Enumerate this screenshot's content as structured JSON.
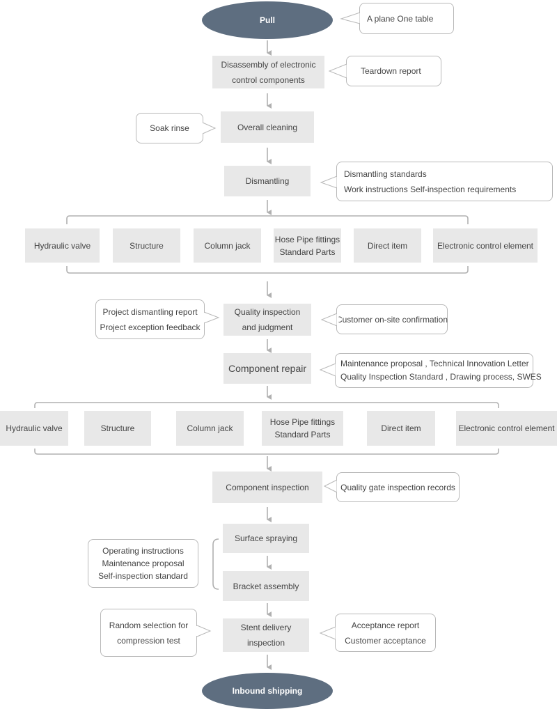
{
  "start": "Pull",
  "end": "Inbound shipping",
  "steps": {
    "disassembly": [
      "Disassembly of electronic",
      "control components"
    ],
    "cleaning": "Overall cleaning",
    "dismantling": "Dismantling",
    "quality_inspection": [
      "Quality inspection",
      "and judgment"
    ],
    "component_repair": "Component repair",
    "component_inspection": "Component inspection",
    "surface_spraying": "Surface spraying",
    "bracket_assembly": "Bracket assembly",
    "stent_delivery": [
      "Stent delivery",
      "inspection"
    ]
  },
  "parts_row_1": [
    [
      "Hydraulic valve"
    ],
    [
      "Structure"
    ],
    [
      "Column jack"
    ],
    [
      "Hose  Pipe fittings",
      "Standard Parts"
    ],
    [
      "Direct item"
    ],
    [
      "Electronic control element"
    ]
  ],
  "parts_row_2": [
    [
      "Hydraulic valve"
    ],
    [
      "Structure"
    ],
    [
      "Column jack"
    ],
    [
      "Hose  Pipe fittings",
      "Standard Parts"
    ],
    [
      "Direct item"
    ],
    [
      "Electronic control element"
    ]
  ],
  "callouts": {
    "plane_table": [
      "A plane One table"
    ],
    "teardown_report": [
      "Teardown report"
    ],
    "soak_rinse": [
      "Soak rinse"
    ],
    "dismantling_docs": [
      "Dismantling standards",
      "Work instructions   Self-inspection requirements"
    ],
    "project_reports": [
      "Project dismantling report",
      "Project exception feedback"
    ],
    "customer_confirmation": [
      "Customer on-site confirmation"
    ],
    "repair_docs": [
      "Maintenance proposal , Technical Innovation Letter",
      "Quality Inspection Standard , Drawing process, SWES"
    ],
    "quality_gate": [
      "Quality gate inspection records"
    ],
    "spraying_docs": [
      "Operating instructions",
      "Maintenance proposal",
      "Self-inspection standard"
    ],
    "random_selection": [
      "Random selection for",
      "compression test"
    ],
    "acceptance": [
      "Acceptance report",
      "Customer acceptance"
    ]
  },
  "colors": {
    "oval": "#5e6e80",
    "box": "#e8e8e8",
    "line": "#b0b0b0"
  }
}
